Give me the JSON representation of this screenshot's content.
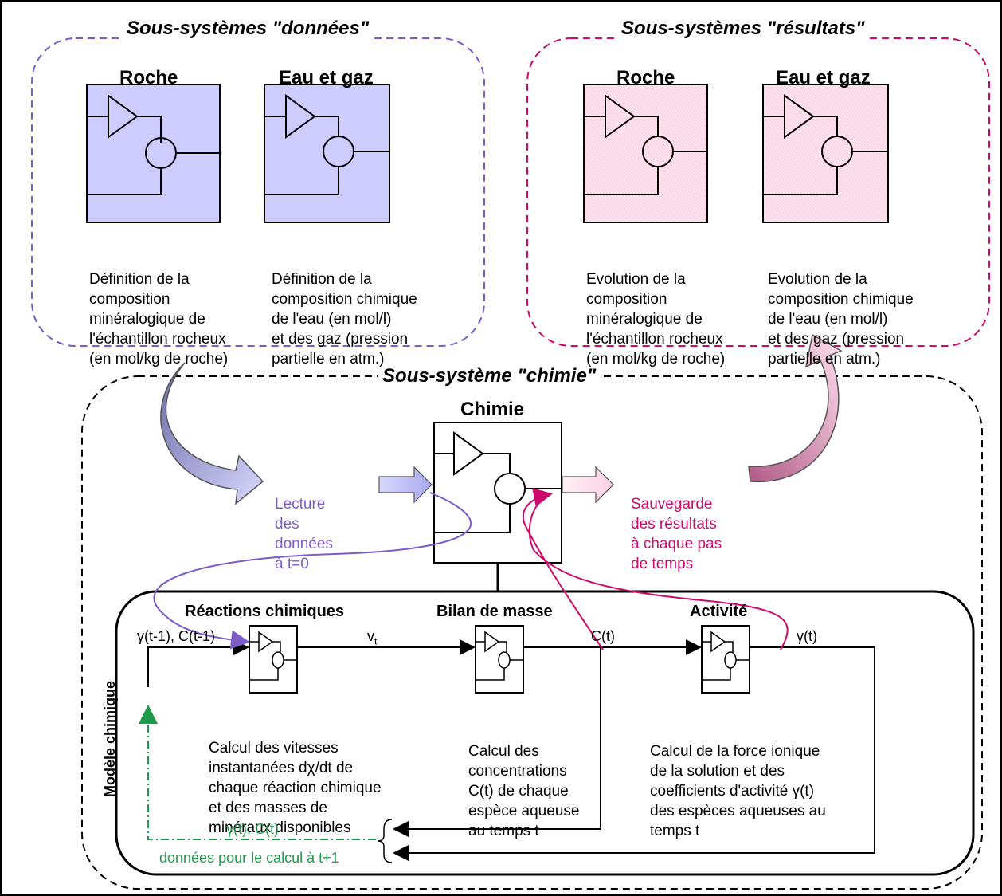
{
  "inputs": {
    "title": "Sous-systèmes \"données\"",
    "rock": {
      "name": "Roche",
      "desc": [
        "Définition de la",
        "composition",
        "minéralogique de",
        "l'échantillon rocheux",
        "(en mol/kg de roche)"
      ]
    },
    "water": {
      "name": "Eau et gaz",
      "desc": [
        "Définition de la",
        "composition chimique",
        "de l'eau (en mol/l)",
        "et des gaz (pression",
        "partielle en atm.)"
      ]
    }
  },
  "outputs": {
    "title": "Sous-systèmes \"résultats\"",
    "rock": {
      "name": "Roche",
      "desc": [
        "Evolution de la",
        "composition",
        "minéralogique de",
        "l'échantillon rocheux",
        "(en mol/kg de roche)"
      ]
    },
    "water": {
      "name": "Eau et gaz",
      "desc": [
        "Evolution de la",
        "composition chimique",
        "de l'eau (en mol/l)",
        "et des gaz (pression",
        "partielle en atm.)"
      ]
    }
  },
  "chemistry": {
    "title": "Sous-système \"chimie\"",
    "block_name": "Chimie",
    "read_label": [
      "Lecture",
      "des",
      "données",
      "à t=0"
    ],
    "save_label": [
      "Sauvegarde",
      "des résultats",
      "à chaque pas",
      "de temps"
    ]
  },
  "model": {
    "vertical_label": "Modèle chimique",
    "reactions": {
      "name": "Réactions chimiques",
      "desc": [
        "Calcul des vitesses",
        "instantanées dχ/dt de",
        "chaque réaction chimique",
        "et des masses de",
        "minéraux disponibles"
      ]
    },
    "mass_balance": {
      "name": "Bilan de masse",
      "desc": [
        "Calcul des",
        "concentrations",
        "C(t) de chaque",
        "espèce aqueuse",
        "au temps t"
      ]
    },
    "activity": {
      "name": "Activité",
      "desc": [
        "Calcul de la force ionique",
        "de la solution et des",
        "coefficients d'activité γ(t)",
        "des espèces aqueuses au",
        "temps t"
      ]
    },
    "signal_in": "γ(t-1), C(t-1)",
    "signal_v": "v",
    "signal_v_sub": "t",
    "signal_c": "C(t)",
    "signal_g": "γ(t)",
    "feedback_values": "γ(t), C(t)",
    "feedback_note": "données pour le calcul à t+1"
  },
  "colors": {
    "input_fill": "#ccccff",
    "output_fill": "#ffe0ee",
    "input_border": "#7b5cc8",
    "output_border": "#cc0a6b",
    "feedback": "#1f9a4a"
  }
}
